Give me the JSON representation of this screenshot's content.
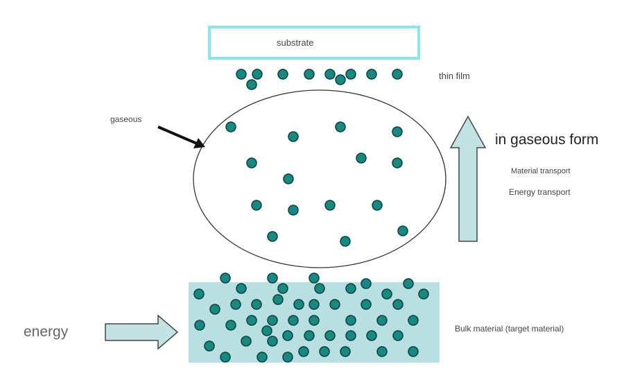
{
  "labels": {
    "substrate": "substrate",
    "thin_film": "thin film",
    "gaseous": "gaseous",
    "gaseous_form": "in gaseous form",
    "material_transport": "Material transport",
    "energy_transport": "Energy transport",
    "bulk_material": "Bulk material (target material)",
    "energy": "energy"
  },
  "colors": {
    "particle_fill": "#168a82",
    "particle_stroke": "#0b3f3c",
    "bulk_fill": "#b8dfe1",
    "arrow_fill": "#c3e2e4",
    "arrow_stroke": "#444444",
    "substrate_border": "#86e8ee",
    "ellipse_stroke": "#333333"
  }
}
